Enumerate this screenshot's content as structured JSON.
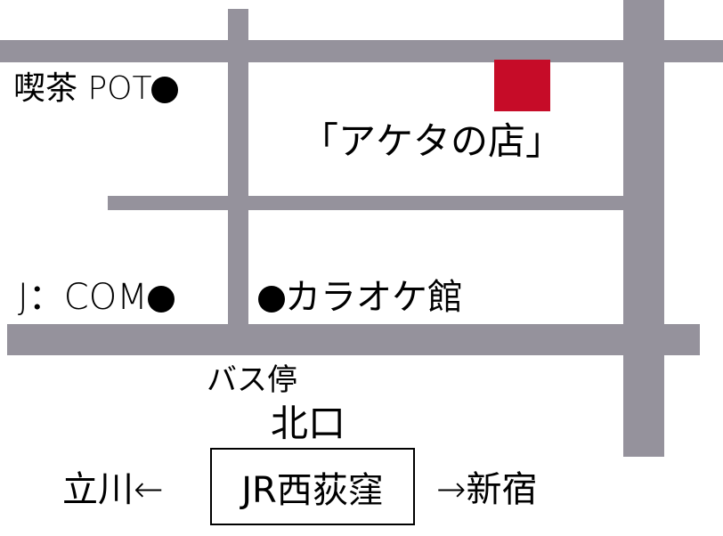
{
  "map": {
    "colors": {
      "road": "#95929c",
      "shop_marker": "#c60c28"
    },
    "shop_label": "「アケタの店」",
    "landmarks": {
      "cafe_pot": "喫茶 POT",
      "jcom": "J：COM",
      "karaoke": "カラオケ館",
      "bus_stop": "バス停",
      "north_exit": "北口"
    },
    "station": "JR西荻窪",
    "direction_west": "立川←",
    "direction_east": "→新宿"
  }
}
